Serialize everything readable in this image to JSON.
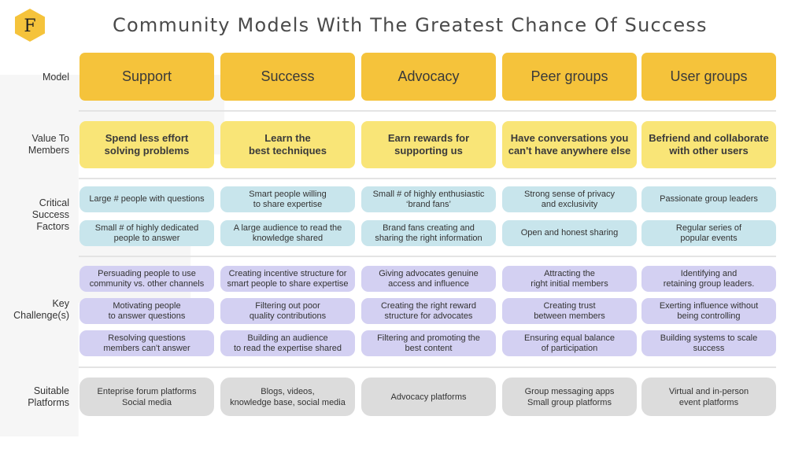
{
  "header": {
    "title": "Community Models With The Greatest Chance Of Success",
    "logo_letter": "F"
  },
  "colors": {
    "model": "#f5c33b",
    "value": "#f9e577",
    "success_factors": "#c8e5ec",
    "challenges": "#d3d0f2",
    "platforms": "#dcdcdc",
    "logo": "#f5c33b"
  },
  "rows": {
    "model": "Model",
    "value_line1": "Value To",
    "value_line2": "Members",
    "csf_line1": "Critical",
    "csf_line2": "Success",
    "csf_line3": "Factors",
    "kc_line1": "Key",
    "kc_line2": "Challenge(s)",
    "plat_line1": "Suitable",
    "plat_line2": "Platforms"
  },
  "columns": [
    {
      "model": "Support",
      "value": [
        "Spend less effort",
        "solving problems"
      ],
      "factors": [
        [
          "Large # people with questions"
        ],
        [
          "Small # of highly dedicated",
          "people to answer"
        ]
      ],
      "challenges": [
        [
          "Persuading people to use",
          "community vs. other channels"
        ],
        [
          "Motivating people",
          "to answer questions"
        ],
        [
          "Resolving questions",
          "members can't answer"
        ]
      ],
      "platforms": [
        "Enteprise forum platforms",
        "Social media"
      ]
    },
    {
      "model": "Success",
      "value": [
        "Learn the",
        "best techniques"
      ],
      "factors": [
        [
          "Smart people willing",
          "to share expertise"
        ],
        [
          "A large audience to read the",
          "knowledge shared"
        ]
      ],
      "challenges": [
        [
          "Creating incentive structure for",
          "smart people to share expertise"
        ],
        [
          "Filtering out poor",
          "quality contributions"
        ],
        [
          "Building an audience",
          "to read the expertise shared"
        ]
      ],
      "platforms": [
        "Blogs, videos,",
        "knowledge base, social media"
      ]
    },
    {
      "model": "Advocacy",
      "value": [
        "Earn rewards for",
        "supporting us"
      ],
      "factors": [
        [
          "Small # of highly enthusiastic",
          "‘brand fans’"
        ],
        [
          "Brand fans creating and",
          "sharing the right information"
        ]
      ],
      "challenges": [
        [
          "Giving advocates genuine",
          "access and influence"
        ],
        [
          "Creating the right reward",
          "structure for advocates"
        ],
        [
          "Filtering and promoting the",
          "best content"
        ]
      ],
      "platforms": [
        "Advocacy platforms"
      ]
    },
    {
      "model": "Peer groups",
      "value": [
        "Have conversations you",
        "can't have anywhere else"
      ],
      "factors": [
        [
          "Strong sense of privacy",
          "and exclusivity"
        ],
        [
          "Open and honest sharing"
        ]
      ],
      "challenges": [
        [
          "Attracting the",
          "right initial members"
        ],
        [
          "Creating trust",
          "between members"
        ],
        [
          "Ensuring equal balance",
          "of participation"
        ]
      ],
      "platforms": [
        "Group messaging apps",
        "Small group platforms"
      ]
    },
    {
      "model": "User groups",
      "value": [
        "Befriend and collaborate",
        "with other users"
      ],
      "factors": [
        [
          "Passionate group leaders"
        ],
        [
          "Regular series of",
          "popular events"
        ]
      ],
      "challenges": [
        [
          "Identifying and",
          "retaining group leaders."
        ],
        [
          "Exerting influence without",
          "being controlling"
        ],
        [
          "Building systems to scale",
          "success"
        ]
      ],
      "platforms": [
        "Virtual and in-person",
        "event platforms"
      ]
    }
  ]
}
